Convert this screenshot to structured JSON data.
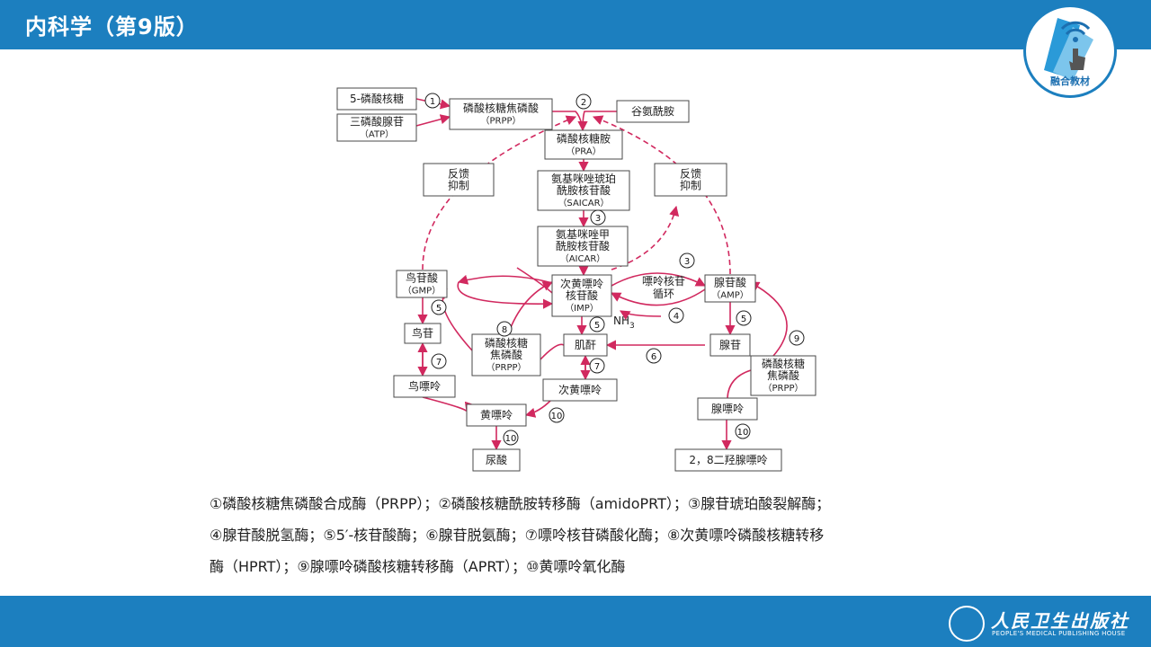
{
  "header": {
    "title": "内科学（第9版）"
  },
  "badge": {
    "label": "融合教材"
  },
  "publisher": {
    "name_cn": "人民卫生出版社",
    "name_en": "PEOPLE'S MEDICAL PUBLISHING HOUSE"
  },
  "colors": {
    "bar": "#1c7fbf",
    "arrow": "#d1295f"
  },
  "diagram": {
    "nodes": {
      "r5p": [
        "5-磷酸核糖"
      ],
      "atp": [
        "三磷酸腺苷",
        "（ATP）"
      ],
      "prpp_top": [
        "磷酸核糖焦磷酸",
        "（PRPP）"
      ],
      "gln": [
        "谷氨酰胺"
      ],
      "pra": [
        "磷酸核糖胺",
        "（PRA）"
      ],
      "saicar": [
        "氨基咪唑琥珀",
        "酰胺核苷酸",
        "（SAICAR）"
      ],
      "aicar": [
        "氨基咪唑甲",
        "酰胺核苷酸",
        "（AICAR）"
      ],
      "fb_left": [
        "反馈",
        "抑制"
      ],
      "fb_right": [
        "反馈",
        "抑制"
      ],
      "gmp": [
        "鸟苷酸",
        "（GMP）"
      ],
      "imp": [
        "次黄嘌呤",
        "核苷酸",
        "（IMP）"
      ],
      "amp": [
        "腺苷酸",
        "（AMP）"
      ],
      "guanosine": [
        "鸟苷"
      ],
      "inosine": [
        "肌酐"
      ],
      "adenosine": [
        "腺苷"
      ],
      "prpp_left": [
        "磷酸核糖",
        "焦磷酸",
        "（PRPP）"
      ],
      "prpp_right": [
        "磷酸核糖",
        "焦磷酸",
        "（PRPP）"
      ],
      "guanine": [
        "鸟嘌呤"
      ],
      "hypoxanthine": [
        "次黄嘌呤"
      ],
      "adenine": [
        "腺嘌呤"
      ],
      "xanthine": [
        "黄嘌呤"
      ],
      "uric_acid": [
        "尿酸"
      ],
      "dha": [
        "2，8二羟腺嘌呤"
      ]
    },
    "cycle_label": [
      "嘌呤核苷",
      "循环"
    ],
    "nh3": "NH",
    "nh3_sub": "3",
    "numbers": [
      "①",
      "②",
      "③",
      "③",
      "④",
      "⑤",
      "⑤",
      "⑤",
      "⑥",
      "⑦",
      "⑦",
      "⑧",
      "⑨",
      "⑩",
      "⑩",
      "⑩"
    ]
  },
  "caption": {
    "lines": [
      "①磷酸核糖焦磷酸合成酶（PRPP）；②磷酸核糖酰胺转移酶（amidoPRT）；③腺苷琥珀酸裂解酶；",
      "④腺苷酸脱氢酶；⑤5′-核苷酸酶；⑥腺苷脱氨酶；⑦嘌呤核苷磷酸化酶；⑧次黄嘌呤磷酸核糖转移",
      "酶（HPRT）；⑨腺嘌呤磷酸核糖转移酶（APRT）；⑩黄嘌呤氧化酶"
    ]
  }
}
